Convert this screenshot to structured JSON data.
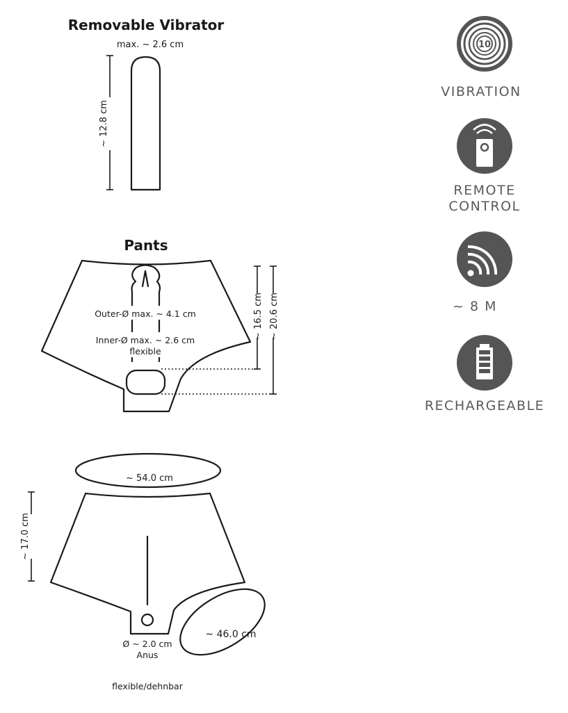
{
  "vibrator": {
    "title": "Removable Vibrator",
    "diameter": "max. ~ 2.6 cm",
    "length": "~ 12.8 cm"
  },
  "pants_front": {
    "title": "Pants",
    "outer_diameter": "Outer-Ø max. ~ 4.1 cm",
    "inner_diameter": "Inner-Ø max. ~ 2.6 cm",
    "inner_note": "flexible",
    "length_inner": "~ 16.5 cm",
    "length_total": "~ 20.6 cm"
  },
  "pants_back": {
    "waist": "~ 54.0 cm",
    "height": "~ 17.0 cm",
    "leg": "~ 46.0 cm",
    "anus_diameter": "Ø ~ 2.0 cm",
    "anus_label": "Anus",
    "material_note": "flexible/dehnbar"
  },
  "features": [
    {
      "icon": "vibration-icon",
      "label": "VIBRATION",
      "badge": "10"
    },
    {
      "icon": "remote-control-icon",
      "label_line1": "REMOTE",
      "label_line2": "CONTROL"
    },
    {
      "icon": "wireless-range-icon",
      "label": "~ 8 M"
    },
    {
      "icon": "battery-icon",
      "label": "RECHARGEABLE"
    }
  ],
  "colors": {
    "icon": "#555555",
    "line": "#1a1a1a"
  }
}
